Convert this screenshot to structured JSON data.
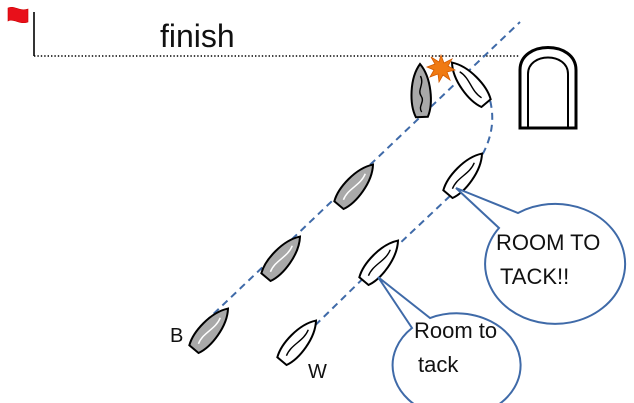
{
  "finish_label": "finish",
  "boat_labels": {
    "b": "B",
    "w": "W"
  },
  "callouts": {
    "room_to_tack": [
      "Room to",
      "tack"
    ],
    "room_to_tack_caps": [
      "ROOM TO",
      "TACK!!"
    ]
  },
  "colors": {
    "flag": "#e8101a",
    "course_line": "#3f6aa8",
    "callout_border": "#3f6aa8",
    "gray_hull": "#a9a9a9",
    "white_hull": "#ffffff",
    "collision": "#f07a12",
    "outline": "#000000"
  },
  "icons": {
    "flag": "flag-icon",
    "committee_boat": "committee-boat-icon",
    "collision": "collision-burst-icon"
  }
}
